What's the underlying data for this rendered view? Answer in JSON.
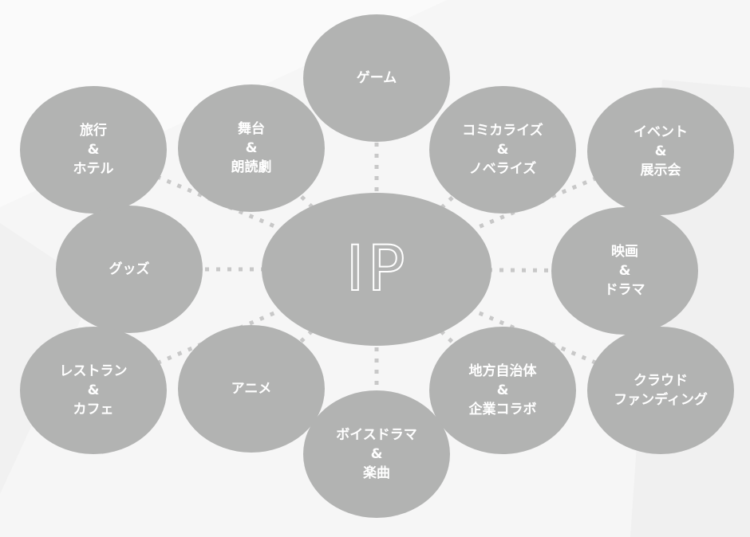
{
  "center": {
    "label": "IP"
  },
  "colors": {
    "node": "#b2b3b2",
    "connector": "#c8c8c8",
    "background": "#f6f6f6"
  },
  "nodes": [
    {
      "id": "game",
      "lines": [
        "ゲーム"
      ]
    },
    {
      "id": "travel-hotel",
      "lines": [
        "旅行",
        "&",
        "ホテル"
      ]
    },
    {
      "id": "stage-reading",
      "lines": [
        "舞台",
        "&",
        "朗読劇"
      ]
    },
    {
      "id": "comicalize-novelize",
      "lines": [
        "コミカライズ",
        "&",
        "ノベライズ"
      ]
    },
    {
      "id": "event-exhibition",
      "lines": [
        "イベント",
        "&",
        "展示会"
      ]
    },
    {
      "id": "goods",
      "lines": [
        "グッズ"
      ]
    },
    {
      "id": "movie-drama",
      "lines": [
        "映画",
        "&",
        "ドラマ"
      ]
    },
    {
      "id": "restaurant-cafe",
      "lines": [
        "レストラン",
        "&",
        "カフェ"
      ]
    },
    {
      "id": "anime",
      "lines": [
        "アニメ"
      ]
    },
    {
      "id": "local-gov-collab",
      "lines": [
        "地方自治体",
        "&",
        "企業コラボ"
      ]
    },
    {
      "id": "crowdfunding",
      "lines": [
        "クラウド",
        "ファンディング"
      ]
    },
    {
      "id": "voice-drama-music",
      "lines": [
        "ボイスドラマ",
        "&",
        "楽曲"
      ]
    }
  ]
}
